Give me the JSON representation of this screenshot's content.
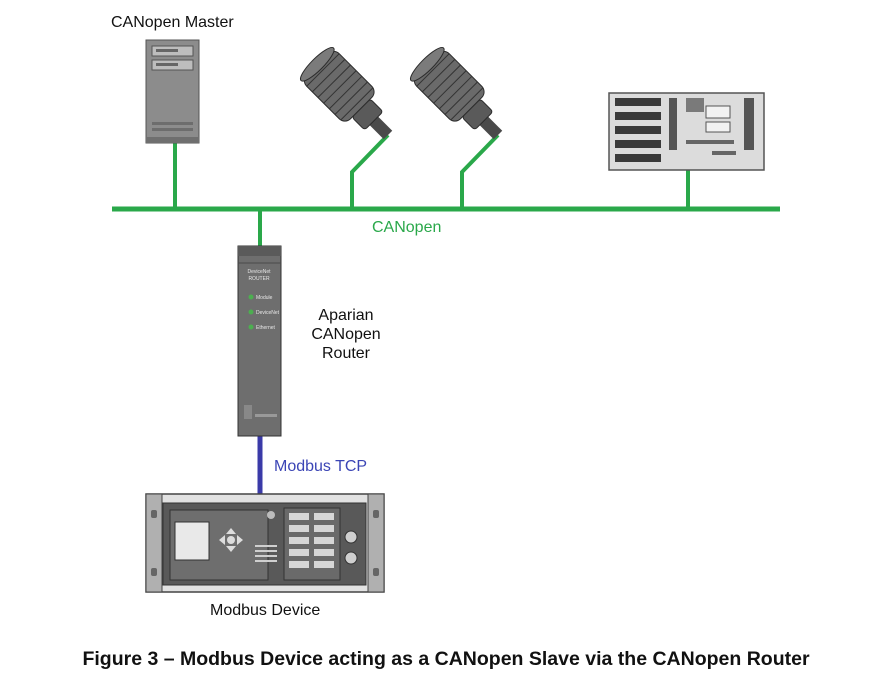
{
  "labels": {
    "master": "CANopen Master",
    "canopen_bus": "CANopen",
    "router": "Aparian CANopen Router",
    "router_lines": [
      "Aparian",
      "CANopen",
      "Router"
    ],
    "modbus_tcp": "Modbus TCP",
    "modbus_device": "Modbus Device"
  },
  "router_front": {
    "header": [
      "DeviceNet",
      "ROUTER"
    ],
    "leds": [
      "Module",
      "DeviceNet",
      "Ethernet"
    ]
  },
  "caption": "Figure 3 – Modbus Device acting as a CANopen Slave via the CANopen Router",
  "colors": {
    "canopen_line": "#2aa84a",
    "modbus_line": "#3a3aa8",
    "device_gray": "#8a8a8a"
  }
}
